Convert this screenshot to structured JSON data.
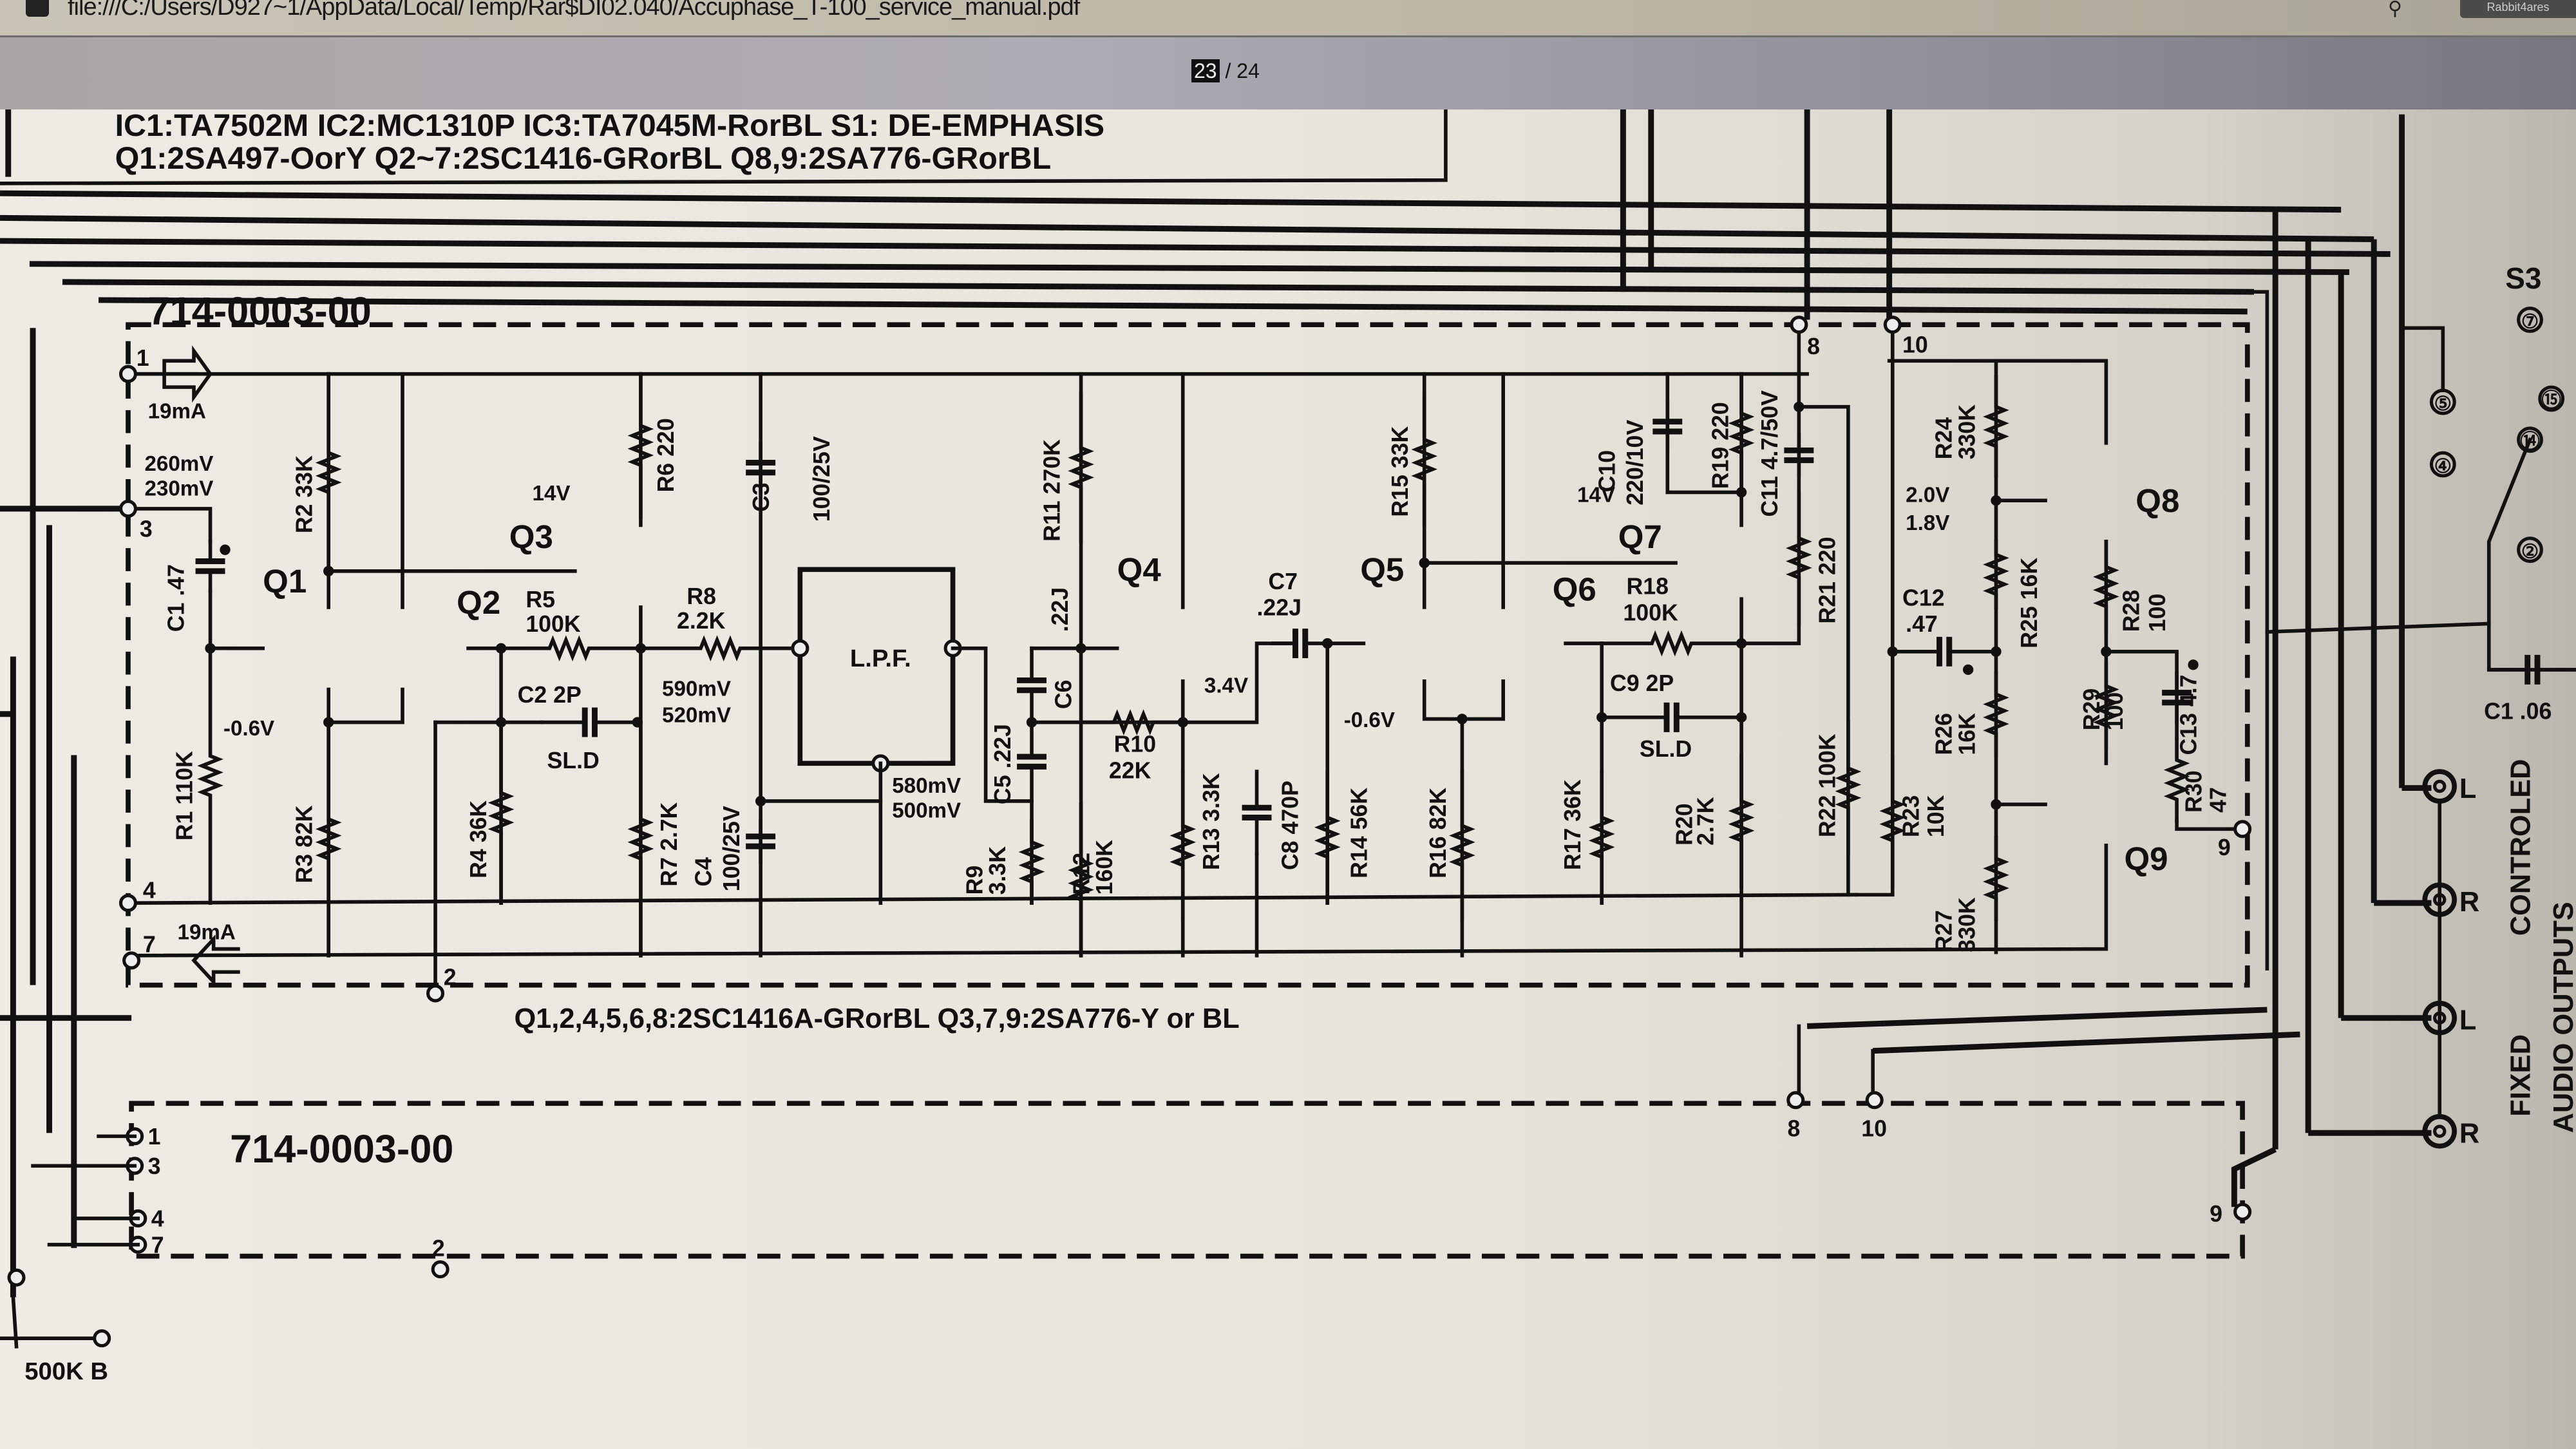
{
  "browser": {
    "url": "file:///C:/Users/D927~1/AppData/Local/Temp/Rar$DI02.040/Accuphase_T-100_service_manual.pdf",
    "extension_label": "Rabbit4ares"
  },
  "viewer": {
    "current_page": "23",
    "total_pages": "/ 24"
  },
  "schematic": {
    "header_line1": "IC1:TA7502M   IC2:MC1310P   IC3:TA7045M-RorBL   S1: DE-EMPHASIS",
    "header_line2": "Q1:2SA497-OorY   Q2~7:2SC1416-GRorBL   Q8,9:2SA776-GRorBL",
    "board_id": "714-0003-00",
    "board_id_2": "714-0003-00",
    "transistor_note": "Q1,2,4,5,6,8:2SC1416A-GRorBL    Q3,7,9:2SA776-Y or BL",
    "lpf": "L.P.F.",
    "pot": "500K B",
    "transistors": {
      "Q1": "Q1",
      "Q2": "Q2",
      "Q3": "Q3",
      "Q4": "Q4",
      "Q5": "Q5",
      "Q6": "Q6",
      "Q7": "Q7",
      "Q8": "Q8",
      "Q9": "Q9"
    },
    "components": {
      "R1": "R1 110K",
      "R2": "R2 33K",
      "R3": "R3 82K",
      "R4": "R4 36K",
      "R5a": "R5",
      "R5b": "100K",
      "R6": "R6 220",
      "R7": "R7 2.7K",
      "R8a": "R8",
      "R8b": "2.2K",
      "R9a": "R9",
      "R9b": "3.3K",
      "R10a": "R10",
      "R10b": "22K",
      "R11": "R11 270K",
      "R12a": "R12",
      "R12b": "160K",
      "R13": "R13 3.3K",
      "R14": "R14 56K",
      "R15": "R15 33K",
      "R16": "R16 82K",
      "R17": "R17 36K",
      "R18a": "R18",
      "R18b": "100K",
      "R19": "R19 220",
      "R20a": "R20",
      "R20b": "2.7K",
      "R21": "R21 220",
      "R22": "R22 100K",
      "R23a": "R23",
      "R23b": "10K",
      "R24a": "R24",
      "R24b": "330K",
      "R25": "R25 16K",
      "R26a": "R26",
      "R26b": "16K",
      "R27a": "R27",
      "R27b": "330K",
      "R28a": "R28",
      "R28b": "100",
      "R29a": "R29",
      "R29b": "100",
      "R30a": "R30",
      "R30b": "47",
      "C1": "C1 .47",
      "C2": "C2  2P",
      "C2t": "SL.D",
      "C3a": "C3",
      "C3b": "100/25V",
      "C4a": "C4",
      "C4b": "100/25V",
      "C5": "C5 .22J",
      "C6a": ".22J",
      "C6b": "C6",
      "C7a": "C7",
      "C7b": ".22J",
      "C8": "C8 470P",
      "C9": "C9   2P",
      "C9t": "SL.D",
      "C10a": "C10",
      "C10b": "220/10V",
      "C11": "C11 4.7/50V",
      "C12a": "C12",
      "C12b": ".47",
      "C13": "C13 4.7",
      "C1r": "C1 .06"
    },
    "annotations": {
      "i1": "19mA",
      "i2": "19mA",
      "v1a": "260mV",
      "v1b": "230mV",
      "v2": "14V",
      "v3": "-0.6V",
      "v4a": "590mV",
      "v4b": "520mV",
      "v5a": "580mV",
      "v5b": "500mV",
      "v6": "3.4V",
      "v7": "-0.6V",
      "v8": "14V",
      "v9a": "2.0V",
      "v9b": "1.8V"
    },
    "pins": {
      "p1": "1",
      "p3": "3",
      "p4": "4",
      "p7": "7",
      "p2": "2",
      "p8": "8",
      "p10": "10",
      "p9": "9",
      "b1": "1",
      "b3": "3",
      "b4": "4",
      "b7": "7",
      "b2": "2",
      "b8": "8",
      "b10": "10",
      "b9": "9"
    },
    "switch": {
      "name": "S3",
      "t7": "⑦",
      "t5": "⑤",
      "t15": "⑮",
      "t4": "④",
      "t14": "⑭",
      "t2": "②"
    },
    "outputs": {
      "l1": "L",
      "r1": "R",
      "l2": "L",
      "r2": "R",
      "controled": "CONTROLED",
      "fixed": "FIXED",
      "audio": "AUDIO OUTPUTS"
    }
  }
}
